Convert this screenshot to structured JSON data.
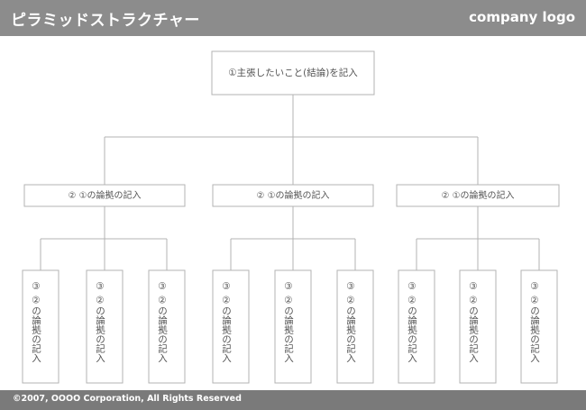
{
  "header": {
    "title": "ピラミッドストラクチャー",
    "logo": "company logo"
  },
  "diagram": {
    "top": "①主張したいこと(結論)を記入",
    "level2_label": "② ①の論拠の記入",
    "level3_label": "③ ②の論拠の記入"
  },
  "footer": {
    "copyright": "©2007, OOOO Corporation, All Rights Reserved"
  },
  "colors": {
    "header_bg": "#8c8c8c",
    "footer_bg": "#7a7a7a",
    "line": "#b3b3b3",
    "text": "#555555"
  }
}
